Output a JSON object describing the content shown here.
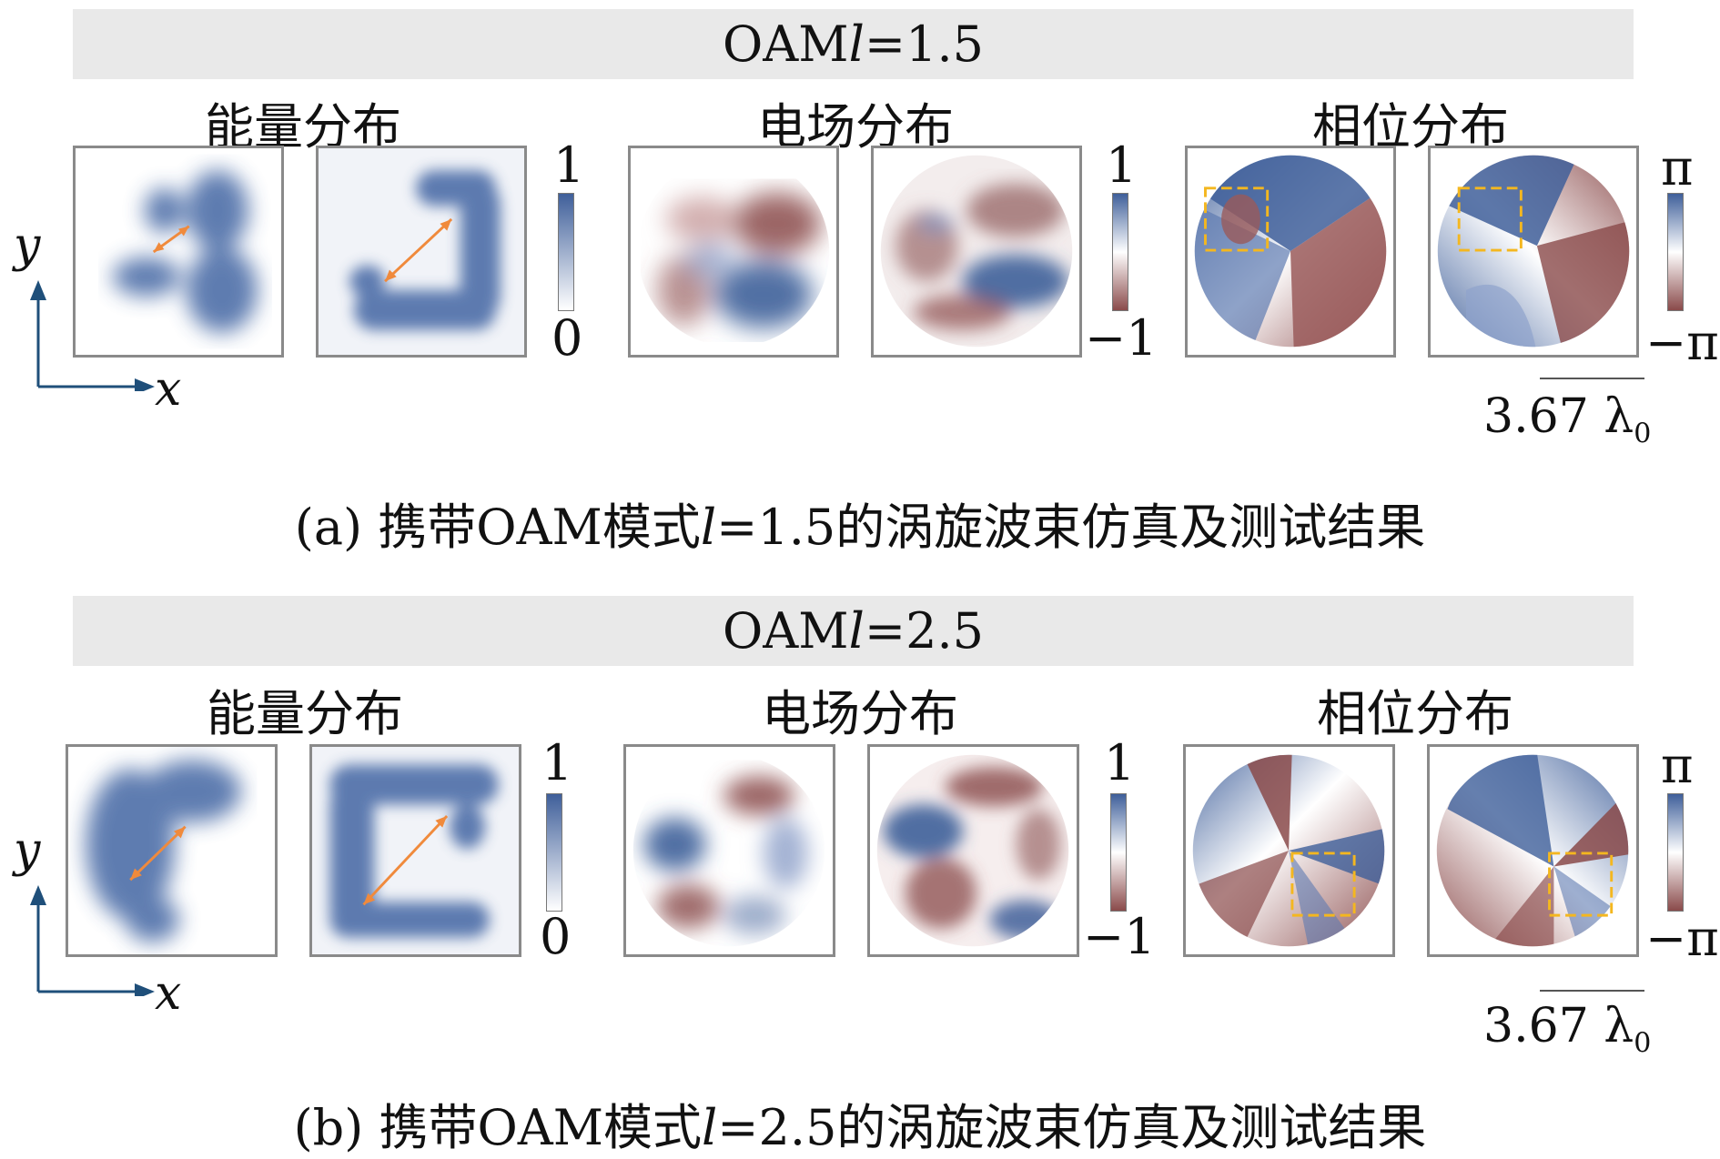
{
  "section_a": {
    "banner_prefix": "OAM ",
    "banner_symbol": "l",
    "banner_suffix": "=1.5",
    "label_energy": "能量分布",
    "label_field": "电场分布",
    "label_phase": "相位分布",
    "cbar_energy_max": "1",
    "cbar_energy_min": "0",
    "cbar_field_max": "1",
    "cbar_field_min": "−1",
    "cbar_phase_max": "π",
    "cbar_phase_min": "−π",
    "axis_y": "y",
    "axis_x": "x",
    "scale_value": "3.67 λ",
    "scale_sub": "0",
    "caption_prefix": "(a) 携带OAM模式",
    "caption_symbol": "l",
    "caption_suffix": "=1.5的涡旋波束仿真及测试结果"
  },
  "section_b": {
    "banner_prefix": "OAM ",
    "banner_symbol": "l",
    "banner_suffix": "=2.5",
    "label_energy": "能量分布",
    "label_field": "电场分布",
    "label_phase": "相位分布",
    "cbar_energy_max": "1",
    "cbar_energy_min": "0",
    "cbar_field_max": "1",
    "cbar_field_min": "−1",
    "cbar_phase_max": "π",
    "cbar_phase_min": "−π",
    "axis_y": "y",
    "axis_x": "x",
    "scale_value": "3.67 λ",
    "scale_sub": "0",
    "caption_prefix": "(b) 携带OAM模式",
    "caption_symbol": "l",
    "caption_suffix": "=2.5的涡旋波束仿真及测试结果"
  },
  "colors": {
    "blue": "#3f5f9a",
    "red": "#8a4a4a",
    "arrow": "#f08a3c",
    "dashed_box": "#f4b71f",
    "axis": "#1f4f7a"
  }
}
